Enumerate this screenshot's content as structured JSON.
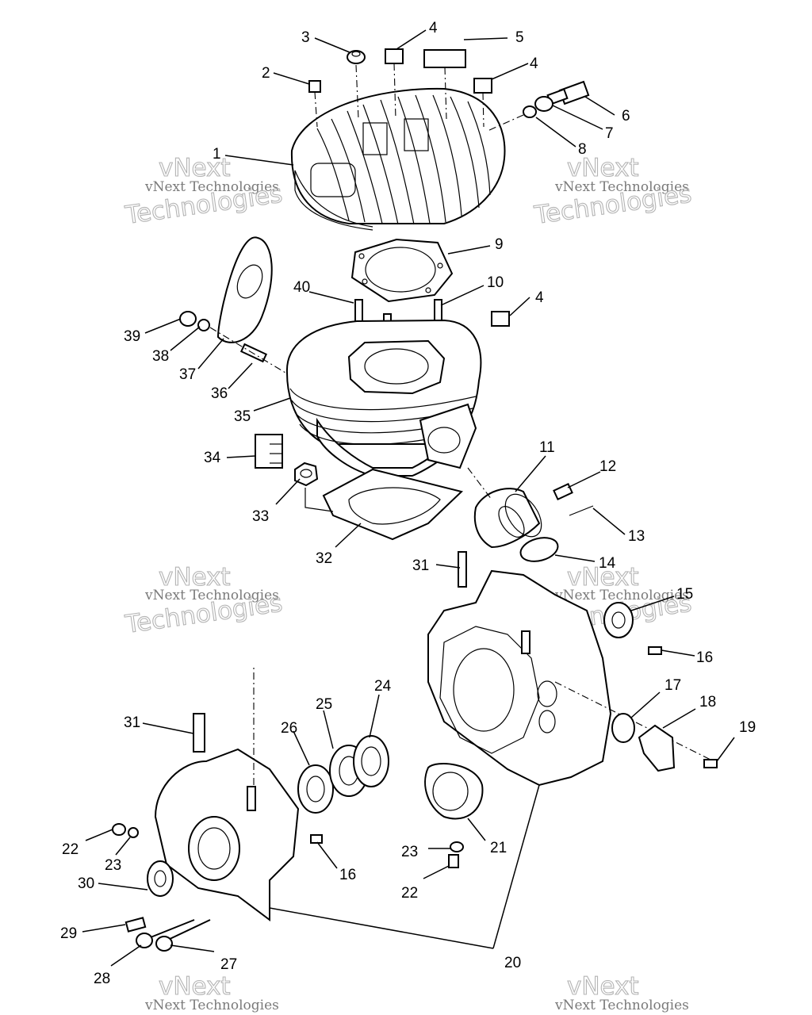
{
  "watermark": {
    "line1": "vNext",
    "line2": "vNext Technologies",
    "line3": "Technologies",
    "line4": "vNext Technologies"
  },
  "callouts": {
    "c1": "1",
    "c2": "2",
    "c3": "3",
    "c4a": "4",
    "c4b": "4",
    "c4c": "4",
    "c5": "5",
    "c6": "6",
    "c7": "7",
    "c8": "8",
    "c9": "9",
    "c10": "10",
    "c11": "11",
    "c12": "12",
    "c13": "13",
    "c14": "14",
    "c15": "15",
    "c16a": "16",
    "c16b": "16",
    "c17": "17",
    "c18": "18",
    "c19": "19",
    "c20": "20",
    "c21": "21",
    "c22a": "22",
    "c22b": "22",
    "c23a": "23",
    "c23b": "23",
    "c24": "24",
    "c25": "25",
    "c26": "26",
    "c27": "27",
    "c28": "28",
    "c29": "29",
    "c30": "30",
    "c31a": "31",
    "c31b": "31",
    "c32": "32",
    "c33": "33",
    "c34": "34",
    "c35": "35",
    "c36": "36",
    "c37": "37",
    "c38": "38",
    "c39": "39",
    "c40": "40"
  }
}
